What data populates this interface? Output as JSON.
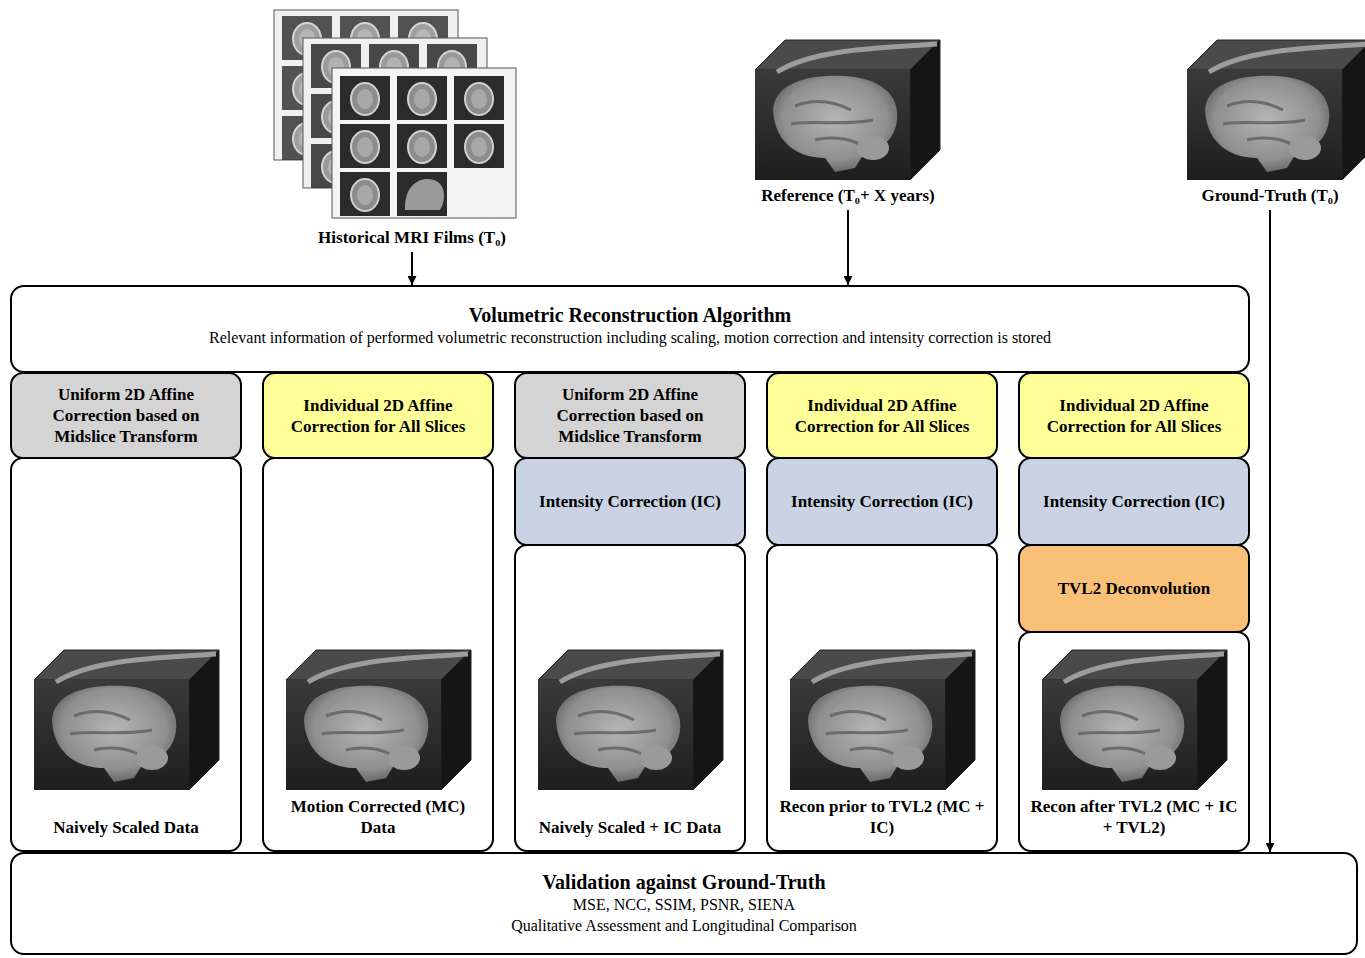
{
  "diagram": {
    "nodes": [
      {
        "text": [
          "Historical MRI Films (T₀)"
        ]
      },
      {
        "text": [
          "Reference (T₀+ X years)"
        ]
      },
      {
        "text": [
          "Ground-Truth (T₀)"
        ]
      },
      {
        "text": [
          "Volumetric Reconstruction Algorithm",
          "Relevant information of performed volumetric reconstruction including scaling, motion correction and intensity correction is stored"
        ]
      },
      {
        "text": [
          "Uniform 2D Affine Correction based on Midslice Transform"
        ]
      },
      {
        "text": [
          "Naively Scaled Data"
        ]
      },
      {
        "text": [
          "Individual 2D Affine Correction for All Slices"
        ]
      },
      {
        "text": [
          "Motion Corrected (MC) Data"
        ]
      },
      {
        "text": [
          "Uniform 2D Affine Correction based on Midslice Transform"
        ]
      },
      {
        "text": [
          "Intensity Correction (IC)"
        ]
      },
      {
        "text": [
          "Naively Scaled + IC Data"
        ]
      },
      {
        "text": [
          "Individual 2D Affine Correction for All Slices"
        ]
      },
      {
        "text": [
          "Intensity Correction (IC)"
        ]
      },
      {
        "text": [
          "Recon prior to TVL2 (MC + IC)"
        ]
      },
      {
        "text": [
          "Individual 2D Affine Correction for All Slices"
        ]
      },
      {
        "text": [
          "Intensity Correction (IC)"
        ]
      },
      {
        "text": [
          "TVL2 Deconvolution"
        ]
      },
      {
        "text": [
          "Recon after TVL2 (MC + IC + TVL2)"
        ]
      },
      {
        "text": [
          "Validation against Ground-Truth",
          "MSE, NCC, SSIM, PSNR, SIENA",
          "Qualitative Assessment and Longitudinal Comparison"
        ]
      }
    ],
    "edges": [
      {
        "from": 0,
        "to": 3,
        "arrow": "to"
      },
      {
        "from": 1,
        "to": 3,
        "arrow": "to"
      },
      {
        "from": 2,
        "to": 18,
        "arrow": "to"
      }
    ]
  }
}
